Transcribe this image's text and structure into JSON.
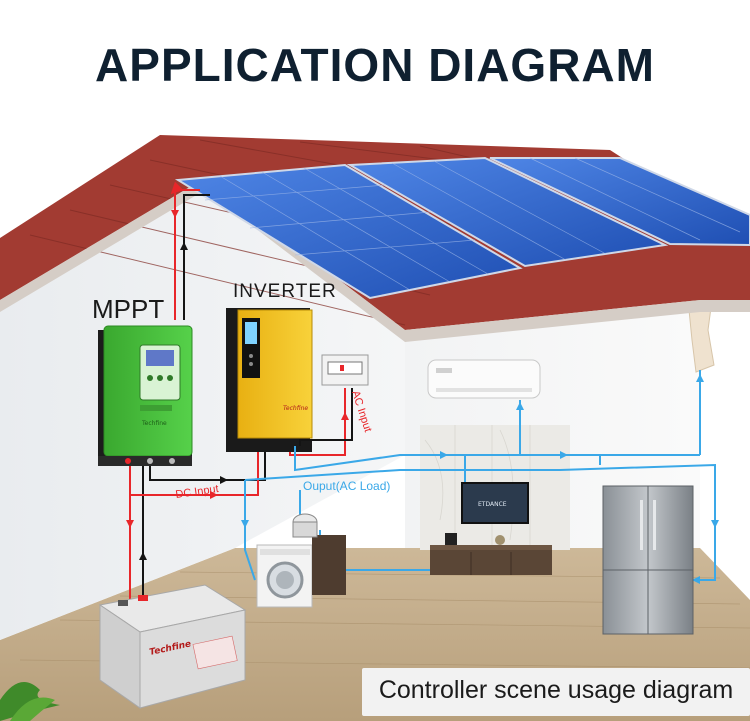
{
  "title": "APPLICATION  DIAGRAM",
  "labels": {
    "mppt": "MPPT",
    "inverter": "INVERTER",
    "dc_input": "DC Input",
    "ac_input": "AC Input",
    "output_ac_load": "Ouput(AC Load)",
    "mppt_brand": "Techfine",
    "inverter_brand": "Techfine",
    "battery_brand": "Techfine",
    "tv_text": "ETDANCE"
  },
  "caption": "Controller scene usage diagram",
  "colors": {
    "title": "#0f2030",
    "dc_wire_red": "#e8262a",
    "dc_wire_black": "#141414",
    "ac_wire_blue": "#3aa8e8",
    "mppt_body": "#48c23d",
    "inverter_body": "#f4c21a",
    "roof_tile": "#a23b32",
    "solar_panel": "#2a5fc9"
  }
}
